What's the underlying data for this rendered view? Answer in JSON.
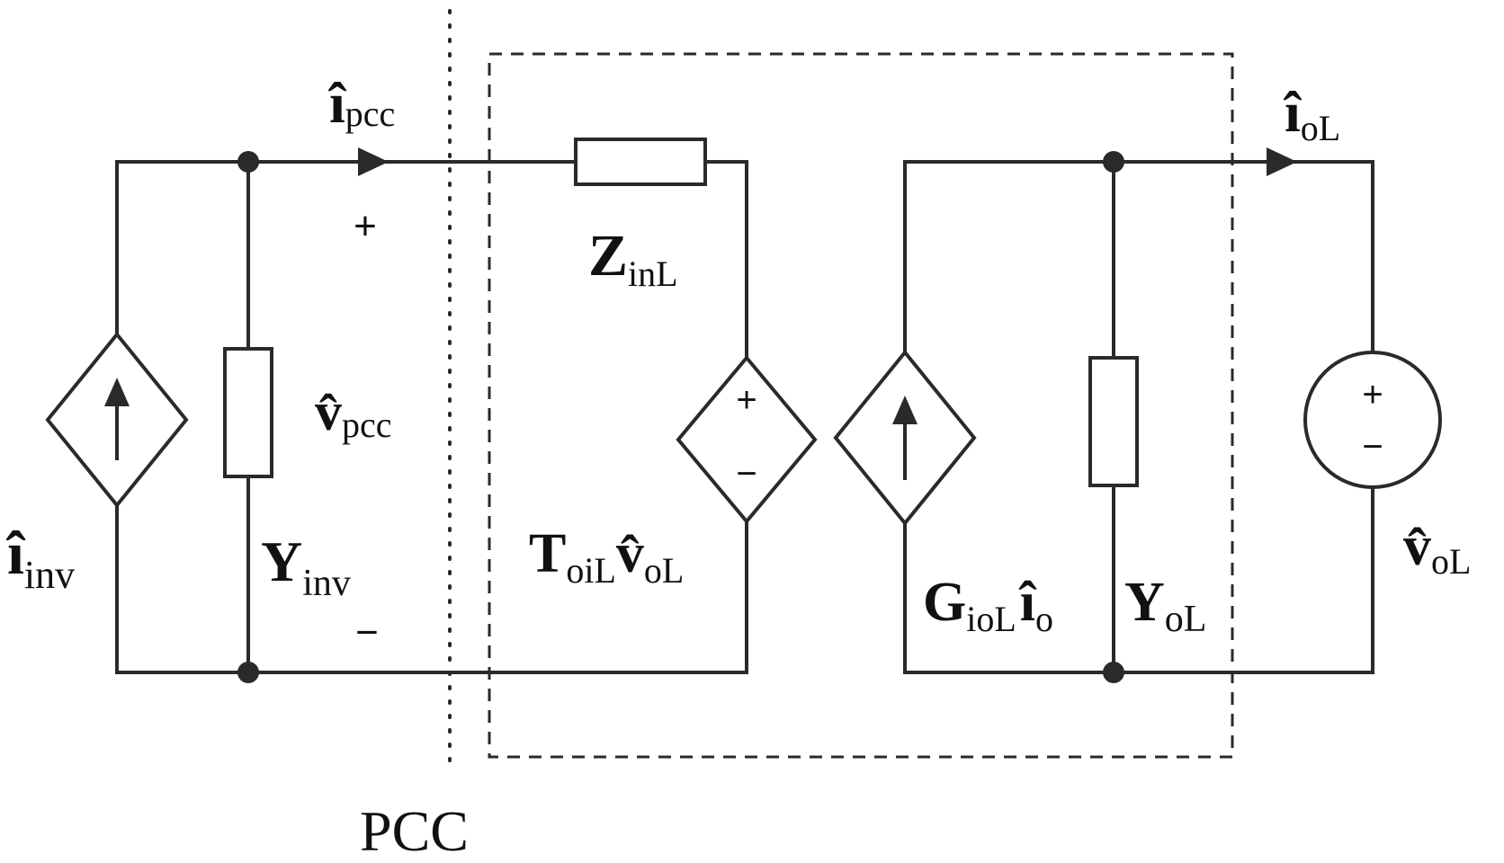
{
  "labels": {
    "i_pcc": {
      "main": "î",
      "sub": "pcc"
    },
    "v_pcc": {
      "main": "v̂",
      "sub": "pcc"
    },
    "i_inv": {
      "main": "î",
      "sub": "inv"
    },
    "y_inv": {
      "main": "Y",
      "sub": "inv"
    },
    "z_inl": {
      "main": "Z",
      "sub": "inL"
    },
    "t_oil": {
      "main": "T",
      "sub": "oiL",
      "main2": "v̂",
      "sub2": "oL"
    },
    "g_iol": {
      "main": "G",
      "sub": "ioL",
      "main2": "î",
      "sub2": "o"
    },
    "y_ol": {
      "main": "Y",
      "sub": "oL"
    },
    "i_ol": {
      "main": "î",
      "sub": "oL"
    },
    "v_ol": {
      "main": "v̂",
      "sub": "oL"
    },
    "pcc": "PCC"
  },
  "signs": {
    "pcc_plus": "+",
    "pcc_minus": "−",
    "vs_plus": "+",
    "vs_minus": "−",
    "ideal_plus": "+",
    "ideal_minus": "−"
  }
}
